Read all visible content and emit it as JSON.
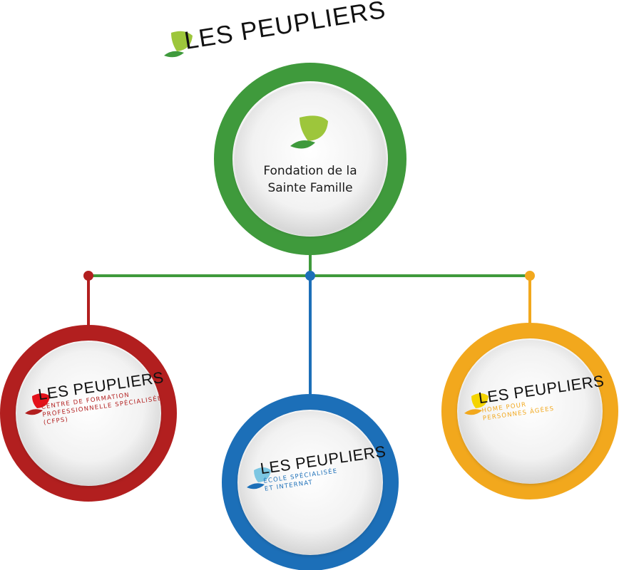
{
  "header": {
    "brand": "LES PEUPLIERS"
  },
  "center": {
    "line1": "Fondation de la",
    "line2": "Sainte Famille"
  },
  "nodes": [
    {
      "brand": "LES PEUPLIERS",
      "lines": [
        "CENTRE DE FORMATION",
        "PROFESSIONNELLE SPÉCIALISÉE",
        "(CFPS)"
      ]
    },
    {
      "brand": "LES PEUPLIERS",
      "lines": [
        "ÉCOLE SPÉCIALISÉE",
        "ET INTERNAT"
      ]
    },
    {
      "brand": "LES PEUPLIERS",
      "lines": [
        "HOME POUR",
        "PERSONNES ÂGÉES"
      ]
    }
  ],
  "colors": {
    "green": "#3f9a3c",
    "light_green": "#9dc63b",
    "red": "#b21f1f",
    "bright_red": "#e3121b",
    "blue": "#1c6fb8",
    "light_blue": "#7cc6e2",
    "yellow": "#f2a81d",
    "bright_yellow": "#f4d400"
  },
  "icons": {
    "leaf": "leaf-icon"
  }
}
